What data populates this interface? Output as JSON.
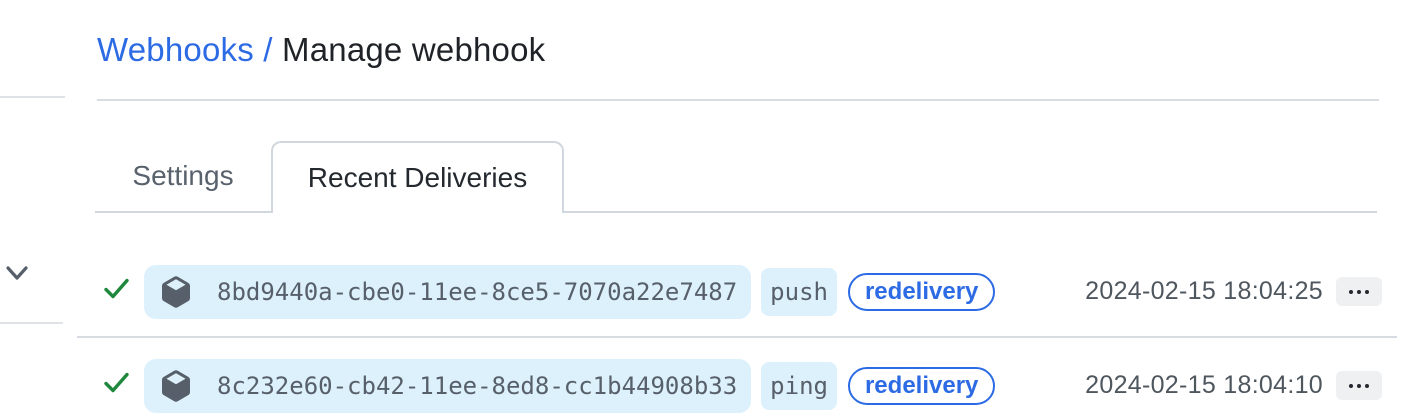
{
  "breadcrumb": {
    "link_label": "Webhooks /",
    "current_label": "Manage webhook"
  },
  "tabs": [
    {
      "label": "Settings",
      "active": false
    },
    {
      "label": "Recent Deliveries",
      "active": true
    }
  ],
  "deliveries": [
    {
      "status_icon": "check-success",
      "guid": "8bd9440a-cbe0-11ee-8ce5-7070a22e7487",
      "event": "push",
      "badge": "redelivery",
      "timestamp": "2024-02-15 18:04:25"
    },
    {
      "status_icon": "check-success",
      "guid": "8c232e60-cb42-11ee-8ed8-cc1b44908b33",
      "event": "ping",
      "badge": "redelivery",
      "timestamp": "2024-02-15 18:04:10"
    }
  ],
  "icons": {
    "guid_icon": "package-cube-icon",
    "row_menu_icon": "kebab-ellipsis-icon",
    "left_fragment_icon": "chevron-down-icon"
  },
  "colors": {
    "link_blue": "#2c6be4",
    "pill_background": "#ddf1fc",
    "success_green": "#1f883d",
    "muted_text": "#57606a",
    "heading_text": "#1f2328",
    "border": "#d0d7de"
  }
}
